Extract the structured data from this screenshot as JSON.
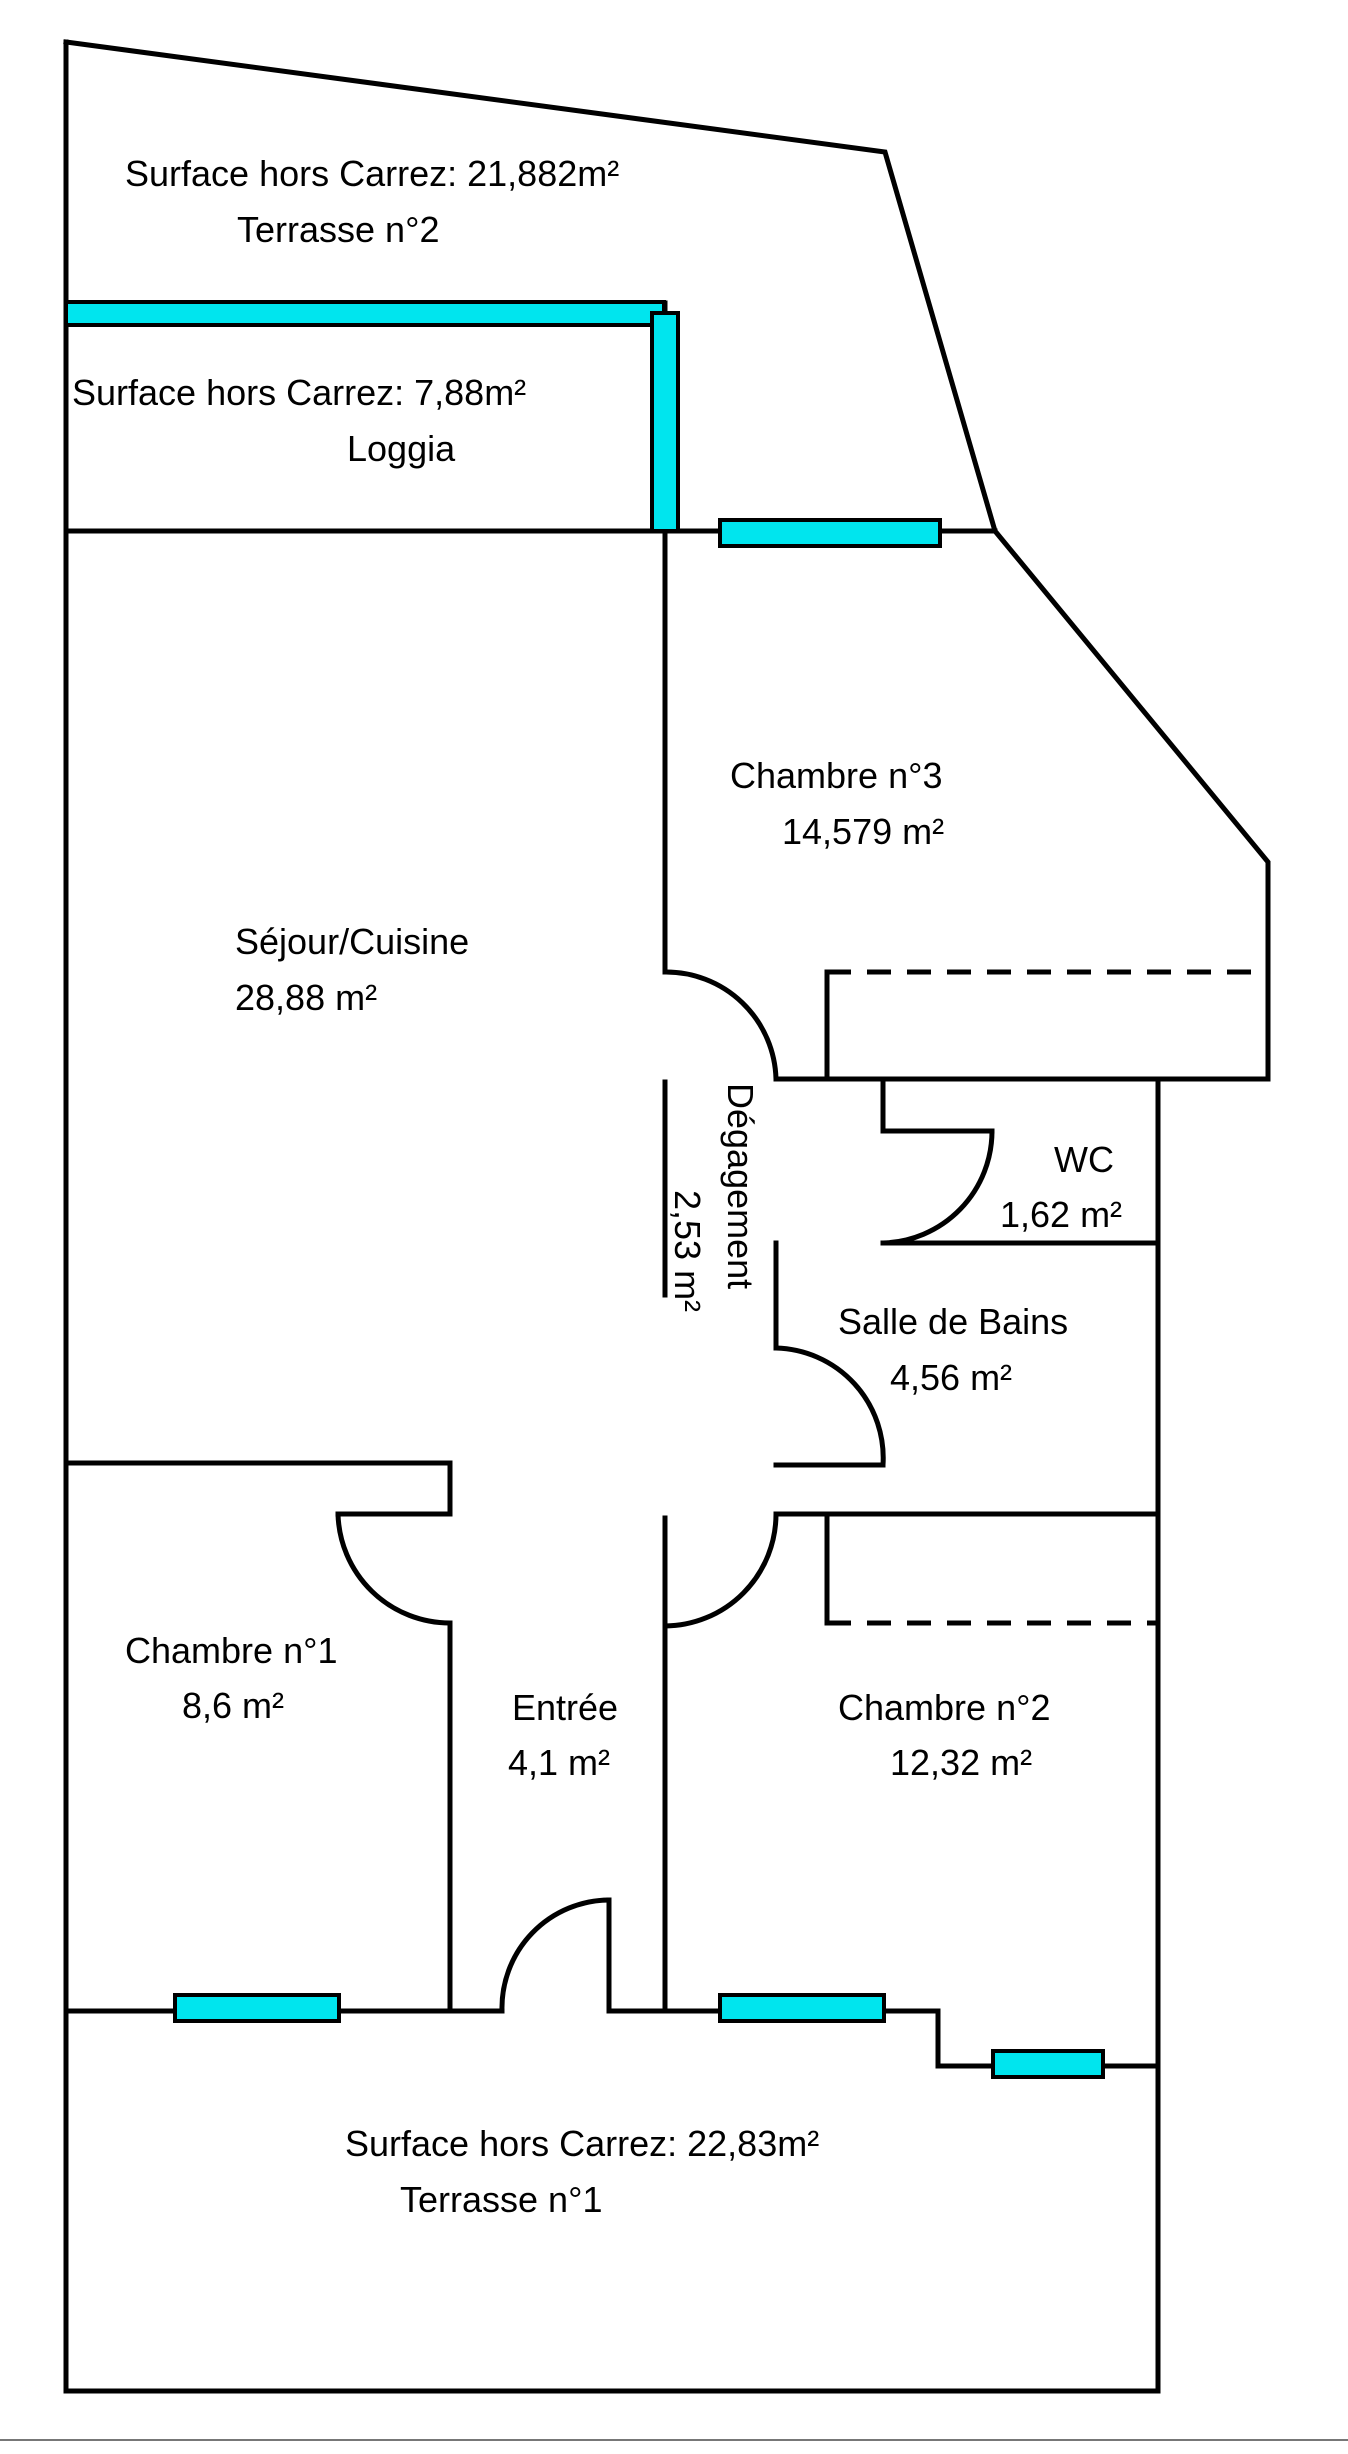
{
  "colors": {
    "window": "#00E5EE",
    "wall": "#000000",
    "background": "#FFFFFF"
  },
  "rooms": {
    "terrasse2": {
      "line1": "Surface hors Carrez: 21,882m²",
      "line2": "Terrasse n°2"
    },
    "loggia": {
      "line1": "Surface hors Carrez: 7,88m²",
      "line2": "Loggia"
    },
    "chambre3": {
      "line1": "Chambre n°3",
      "line2": "14,579  m²"
    },
    "sejour": {
      "line1": "Séjour/Cuisine",
      "line2": "28,88  m²"
    },
    "degagement": {
      "line1": "Dégagement",
      "line2": "2,53  m²"
    },
    "wc": {
      "line1": "WC",
      "line2": "1,62  m²"
    },
    "bains": {
      "line1": "Salle de Bains",
      "line2": "4,56  m²"
    },
    "chambre1": {
      "line1": "Chambre n°1",
      "line2": "8,6  m²"
    },
    "entree": {
      "line1": "Entrée",
      "line2": "4,1  m²"
    },
    "chambre2": {
      "line1": "Chambre n°2",
      "line2": "12,32  m²"
    },
    "terrasse1": {
      "line1": "Surface hors Carrez: 22,83m²",
      "line2": "Terrasse n°1"
    }
  }
}
